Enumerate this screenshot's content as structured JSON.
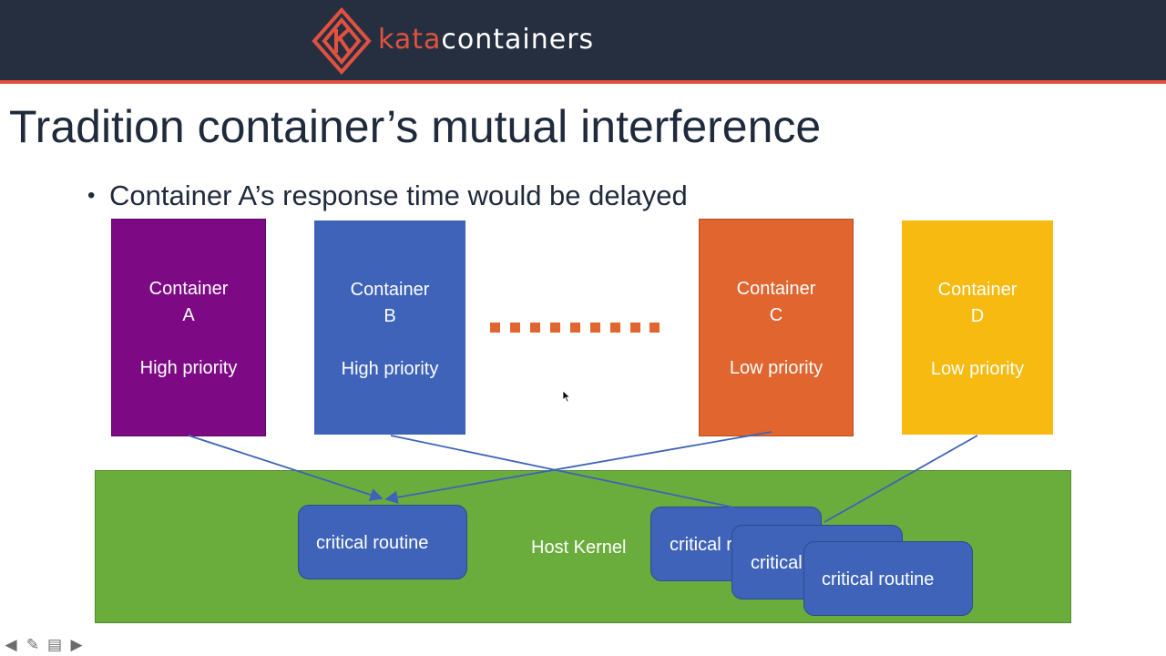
{
  "header": {
    "logo": {
      "brand_part1": "kata",
      "brand_part2": "containers"
    },
    "colors": {
      "background": "#262f40",
      "accent": "#e0523f"
    }
  },
  "slide": {
    "title": "Tradition container’s mutual interference",
    "bullet": "Container A’s response time would be delayed",
    "containers": [
      {
        "line1": "Container",
        "line2": "A",
        "priority": "High priority",
        "color": "#7d0a84"
      },
      {
        "line1": "Container",
        "line2": "B",
        "priority": "High priority",
        "color": "#3e63b8"
      },
      {
        "line1": "Container",
        "line2": "C",
        "priority": "Low priority",
        "color": "#e0652e"
      },
      {
        "line1": "Container",
        "line2": "D",
        "priority": "Low priority",
        "color": "#f6ba10"
      }
    ],
    "kernel": {
      "label": "Host Kernel",
      "color": "#6aad3d",
      "routines": [
        "critical  routine",
        "critical  routine",
        "critical  routine",
        "critical  routine"
      ]
    }
  },
  "navigation": {
    "icons": [
      "arrow-left-icon",
      "pen-icon",
      "slides-menu-icon",
      "arrow-right-icon"
    ]
  }
}
